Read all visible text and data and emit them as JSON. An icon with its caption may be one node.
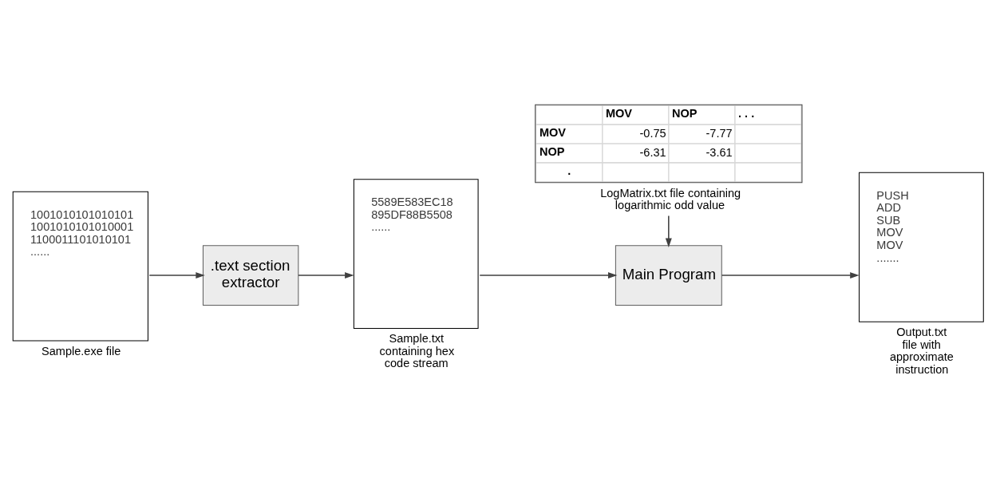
{
  "diagram": {
    "nodes": [
      {
        "text": [
          "MOV",
          "NOP",
          ". . .",
          "MOV",
          "-0.75",
          "-7.77",
          "NOP",
          "-6.31",
          "-3.61",
          "."
        ],
        "beside": [
          "LogMatrix.txt file containing logarithmic odd value"
        ]
      },
      {
        "text": [
          "1001010101010101",
          "1001010101010001",
          "1100011101010101",
          "......"
        ],
        "beside": [
          "Sample.exe file"
        ]
      },
      {
        "text": [
          ".text section extractor"
        ]
      },
      {
        "text": [
          "5589E583EC18",
          "895DF88B5508",
          "......"
        ],
        "beside": [
          "Sample.txt containing hex code stream"
        ]
      },
      {
        "text": [
          "Main Program"
        ]
      },
      {
        "text": [
          "PUSH",
          "ADD",
          "SUB",
          "MOV",
          "MOV",
          "......."
        ],
        "beside": [
          "Output.txt file with approximate instruction"
        ]
      }
    ],
    "edges": [
      {
        "from": 1,
        "to": 2,
        "arrow": "to"
      },
      {
        "from": 2,
        "to": 3,
        "arrow": "to"
      },
      {
        "from": 3,
        "to": 4,
        "arrow": "to"
      },
      {
        "from": 0,
        "to": 4,
        "arrow": "to"
      },
      {
        "from": 4,
        "to": 5,
        "arrow": "to"
      }
    ]
  }
}
